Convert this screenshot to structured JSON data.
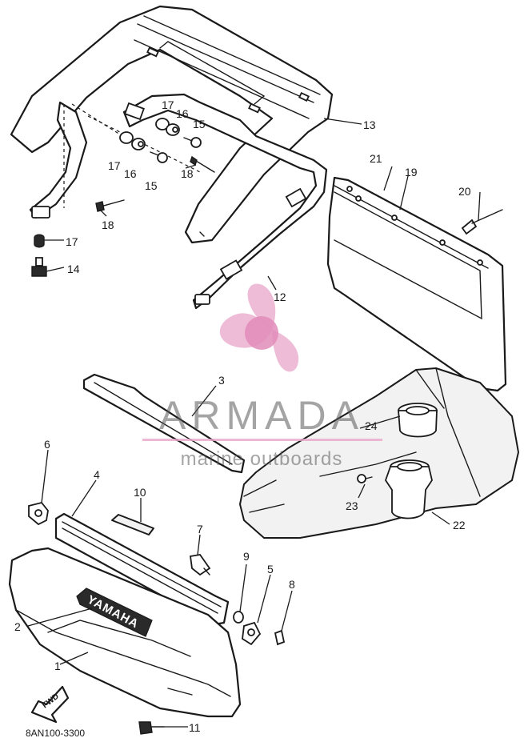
{
  "diagram_code": "8AN100-3300",
  "watermark": {
    "brand": "ARMADA",
    "tagline": "marine outboards",
    "color": "#e8a6c8"
  },
  "decal_text": "YAMAHA",
  "arrow_text": "FWD",
  "callouts": {
    "c1": "1",
    "c2": "2",
    "c3": "3",
    "c4": "4",
    "c5": "5",
    "c6": "6",
    "c7": "7",
    "c8": "8",
    "c9": "9",
    "c10": "10",
    "c11": "11",
    "c12": "12",
    "c13": "13",
    "c14": "14",
    "c15a": "15",
    "c15b": "15",
    "c16a": "16",
    "c16b": "16",
    "c17a": "17",
    "c17b": "17",
    "c17c": "17",
    "c18a": "18",
    "c18b": "18",
    "c19": "19",
    "c20": "20",
    "c21": "21",
    "c22": "22",
    "c23": "23",
    "c24": "24"
  }
}
